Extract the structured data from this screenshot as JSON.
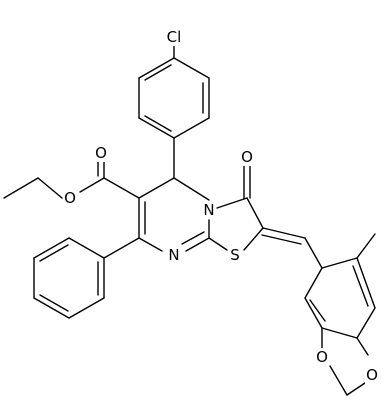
{
  "molecule": {
    "atoms": {
      "cl": "Cl",
      "o_ester_carbonyl": "O",
      "o_ester_ether": "O",
      "o_ketone": "O",
      "n_ring": "N",
      "n_imine": "N",
      "s_ring": "S",
      "o_dioxole_1": "O",
      "o_dioxole_2": "O"
    }
  }
}
